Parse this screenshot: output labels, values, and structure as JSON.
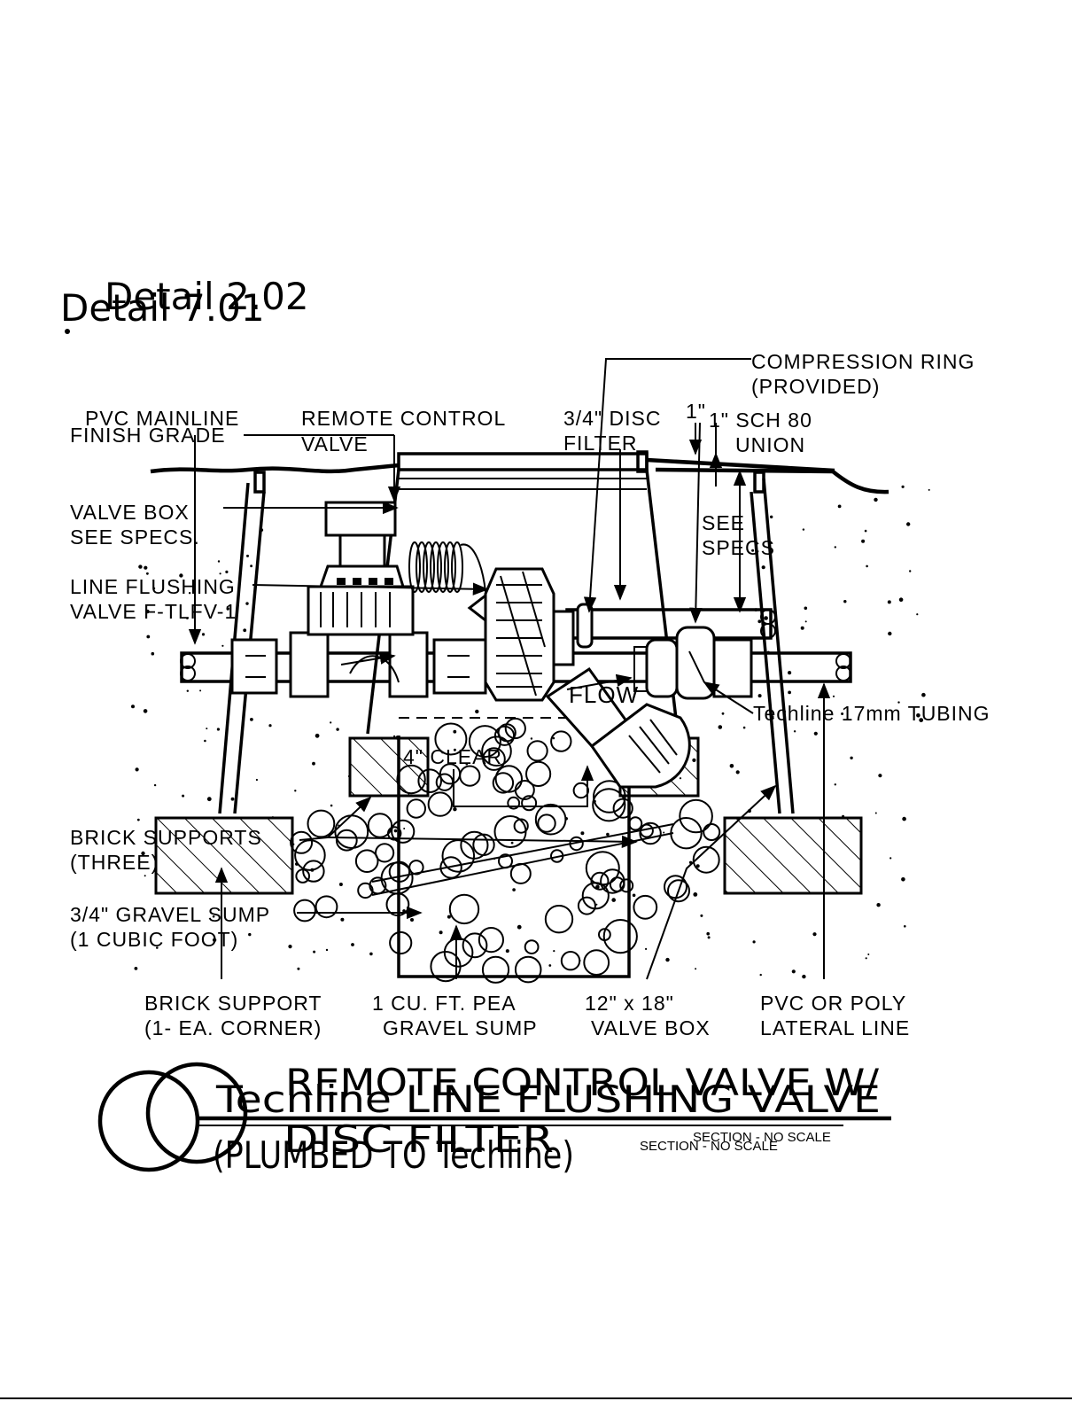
{
  "details": {
    "detail_a": "Detail 2.02",
    "detail_b": "Detail 7.01"
  },
  "labels": {
    "compression_ring": "COMPRESSION RING",
    "provided": "(PROVIDED)",
    "pvc_mainline": "PVC MAINLINE",
    "finish_grade": "FINISH GRADE",
    "remote_control": "REMOTE CONTROL",
    "valve": "VALVE",
    "disc_filter_a": "3/4\" DISC",
    "disc_filter_b": "FILTER",
    "one_inch": "1\"",
    "sch80_a": "1\" SCH 80",
    "sch80_b": "UNION",
    "valve_box_a": "VALVE BOX",
    "valve_box_b": "SEE SPECS.",
    "see_specs_a": "SEE",
    "see_specs_b": "SPECS",
    "line_flushing_a": "LINE FLUSHING",
    "line_flushing_b": "VALVE F-TLFV-1",
    "flow": "FLOW",
    "techline_tubing": "Techline 17mm TUBING",
    "clear": "4\" CLEAR",
    "brick_supports_a": "BRICK SUPPORTS",
    "brick_supports_b": "(THREE)",
    "gravel_sump_a": "3/4\" GRAVEL SUMP",
    "gravel_sump_b": "(1 CUBIC FOOT)",
    "brick_support_a": "BRICK SUPPORT",
    "brick_support_b": "(1- EA. CORNER)",
    "pea_gravel_a": "1 CU. FT. PEA",
    "pea_gravel_b": "GRAVEL SUMP",
    "valve_box_size_a": "12\" x 18\"",
    "valve_box_size_b": "VALVE BOX",
    "pvc_poly_a": "PVC OR POLY",
    "pvc_poly_b": "LATERAL LINE"
  },
  "titles": {
    "title_a_line1": "REMOTE CONTROL VALVE W/",
    "title_a_line2": "DISC FILTER",
    "title_b_line1": "Techline LINE FLUSHING VALVE",
    "title_b_line2": "(PLUMBED TO Techline)",
    "scale_a": "SECTION - NO SCALE",
    "scale_b": "SECTION - NO SCALE"
  }
}
